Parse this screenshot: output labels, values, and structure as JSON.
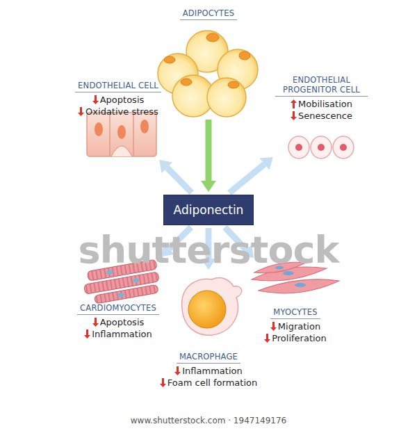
{
  "diagram": {
    "nodes": [
      {
        "text": [
          "ADIPOCYTES"
        ]
      },
      {
        "text": [
          "Adiponectin"
        ]
      },
      {
        "text": [
          "ENDOTHELIAL CELL",
          "Apoptosis",
          "Oxidative stress"
        ]
      },
      {
        "text": [
          "ENDOTHELIAL PROGENITOR CELL",
          "Mobilisation",
          "Senescence"
        ]
      },
      {
        "text": [
          "CARDIOMYOCYTES",
          "Apoptosis",
          "Inflammation"
        ]
      },
      {
        "text": [
          "MACROPHAGE",
          "Inflammation",
          "Foam cell formation"
        ]
      },
      {
        "text": [
          "MYOCYTES",
          "Migration",
          "Proliferation"
        ]
      }
    ],
    "edges": [
      {
        "from": 0,
        "to": 1,
        "arrow": "to"
      },
      {
        "from": 1,
        "to": 2,
        "arrow": "to"
      },
      {
        "from": 1,
        "to": 3,
        "arrow": "to"
      },
      {
        "from": 1,
        "to": 4,
        "arrow": "to"
      },
      {
        "from": 1,
        "to": 5,
        "arrow": "to"
      },
      {
        "from": 1,
        "to": 6,
        "arrow": "to"
      }
    ],
    "labels": [
      "shutterstock",
      "www.shutterstock.com · 1947149176"
    ]
  }
}
